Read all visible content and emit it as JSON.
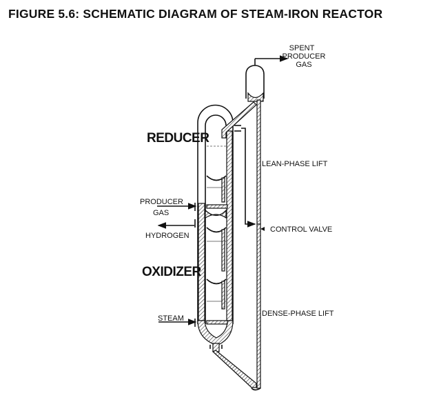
{
  "title": "FIGURE 5.6:  SCHEMATIC DIAGRAM OF STEAM-IRON REACTOR",
  "diagram": {
    "labels": {
      "spent_1": "SPENT",
      "spent_2": "PRODUCER",
      "spent_3": "GAS",
      "reducer": "REDUCER",
      "oxidizer": "OXIDIZER",
      "producer_gas_1": "PRODUCER",
      "producer_gas_2": "GAS",
      "hydrogen": "HYDROGEN",
      "steam": "STEAM",
      "lean_phase_lift": "LEAN-PHASE LIFT",
      "control_valve": "CONTROL VALVE",
      "dense_phase_lift": "DENSE-PHASE LIFT"
    }
  }
}
